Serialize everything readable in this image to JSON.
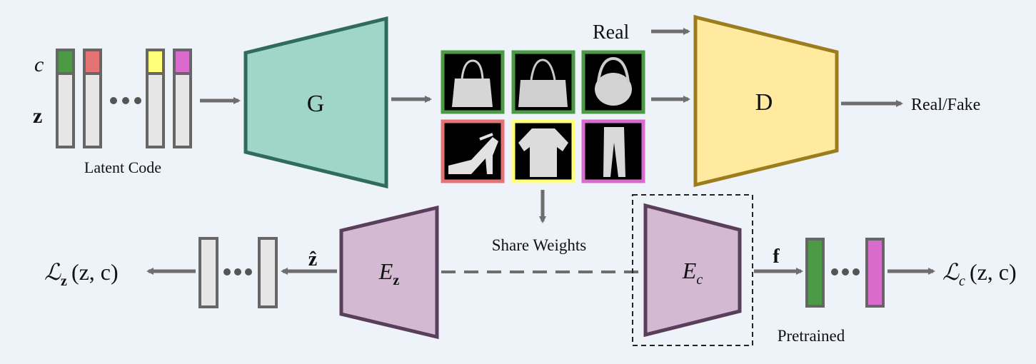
{
  "latent": {
    "c_label": "c",
    "z_label": "z",
    "caption": "Latent Code",
    "colors": [
      "#4c9a45",
      "#e57373",
      "#ffff7a",
      "#d96bcc"
    ]
  },
  "generator": {
    "label": "G",
    "fill": "#9fd6c8",
    "stroke": "#2f6b5e"
  },
  "discriminator": {
    "label": "D",
    "fill": "#ffeaa0",
    "stroke": "#9c7d1e",
    "output_label": "Real/Fake",
    "real_label": "Real"
  },
  "samples": {
    "items": [
      {
        "name": "handbag-1",
        "border": "#4c9a45"
      },
      {
        "name": "handbag-2",
        "border": "#4c9a45"
      },
      {
        "name": "handbag-3",
        "border": "#4c9a45"
      },
      {
        "name": "sandal",
        "border": "#e57373"
      },
      {
        "name": "tshirt",
        "border": "#ffff7a"
      },
      {
        "name": "trousers",
        "border": "#d96bcc"
      }
    ]
  },
  "share_weights_label": "Share Weights",
  "encoder_z": {
    "label": "E",
    "subscript": "z",
    "fill": "#d3b9d2",
    "stroke": "#5a3f5c",
    "output_label": "ẑ"
  },
  "encoder_c": {
    "label": "E",
    "subscript": "c",
    "fill": "#d3b9d2",
    "stroke": "#5a3f5c",
    "pretrained_label": "Pretrained",
    "feature_label": "f"
  },
  "loss_z": {
    "symbol": "ℒ",
    "subscript": "z",
    "args": "(z, c)"
  },
  "loss_c": {
    "symbol": "ℒ",
    "subscript": "c",
    "args": "(z, c)"
  }
}
